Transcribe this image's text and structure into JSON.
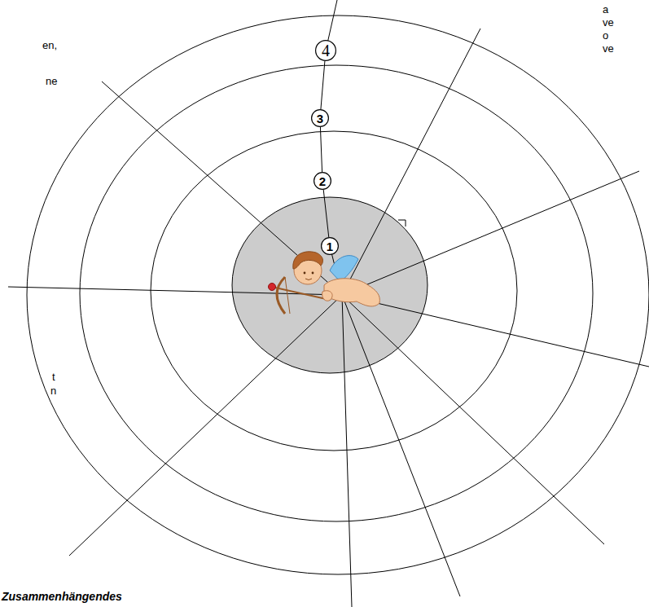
{
  "diagram": {
    "nodes": [
      {
        "text": [
          "1"
        ]
      },
      {
        "text": [
          "2"
        ]
      },
      {
        "text": [
          "3"
        ]
      },
      {
        "text": [
          "4"
        ]
      }
    ],
    "edges": [
      {
        "from": 0,
        "to": 1,
        "arrow": "none"
      },
      {
        "from": 1,
        "to": 2,
        "arrow": "none"
      },
      {
        "from": 2,
        "to": 3,
        "arrow": "none"
      }
    ],
    "labels": [
      "en,",
      "ne",
      "t",
      "n",
      "a",
      "ve",
      "o",
      "ve",
      "Zusammenhängendes"
    ]
  }
}
